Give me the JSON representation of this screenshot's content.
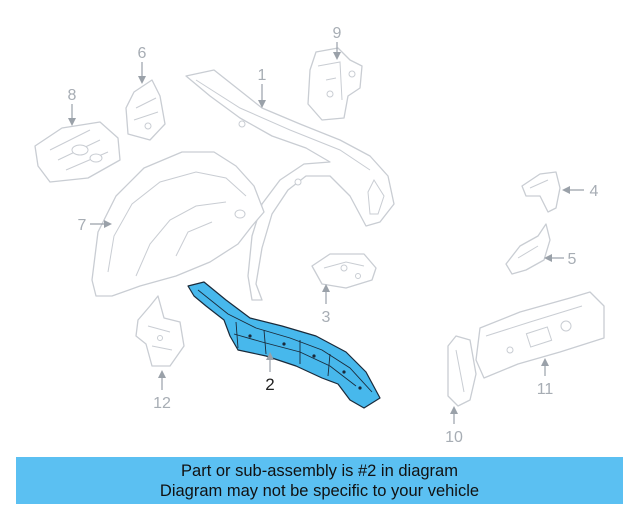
{
  "diagram": {
    "highlight_color": "#47b8ec",
    "callouts": {
      "c1": "1",
      "c2": "2",
      "c3": "3",
      "c4": "4",
      "c5": "5",
      "c6": "6",
      "c7": "7",
      "c8": "8",
      "c9": "9",
      "c10": "10",
      "c11": "11",
      "c12": "12"
    },
    "highlighted_part": "2"
  },
  "caption": {
    "background": "#5bc0f2",
    "line1": "Part or sub-assembly is #2 in diagram",
    "line2": "Diagram may not be specific to your vehicle"
  }
}
